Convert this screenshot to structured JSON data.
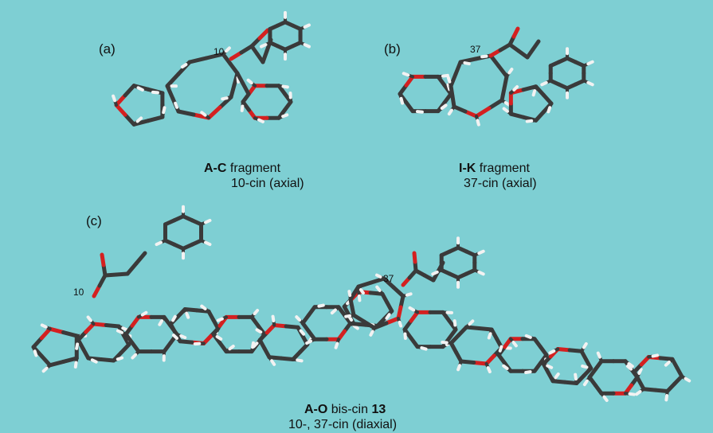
{
  "panels": {
    "a": {
      "label": "(a)",
      "atom_number": "10",
      "caption_bold": "A-C",
      "caption_rest": " fragment",
      "caption_line2": "10-cin (axial)"
    },
    "b": {
      "label": "(b)",
      "atom_number": "37",
      "caption_bold": "I-K",
      "caption_rest": " fragment",
      "caption_line2": "37-cin (axial)"
    },
    "c": {
      "label": "(c)",
      "atom_number_1": "10",
      "atom_number_2": "37",
      "caption_bold": "A-O",
      "caption_mid": " bis-cin ",
      "caption_bold2": "13",
      "caption_line2": "10-, 37-cin (diaxial)"
    }
  },
  "colors": {
    "background": "#7ecfd3",
    "carbon": "#3a3a3a",
    "oxygen": "#d42020",
    "hydrogen": "#f2f2f2"
  }
}
